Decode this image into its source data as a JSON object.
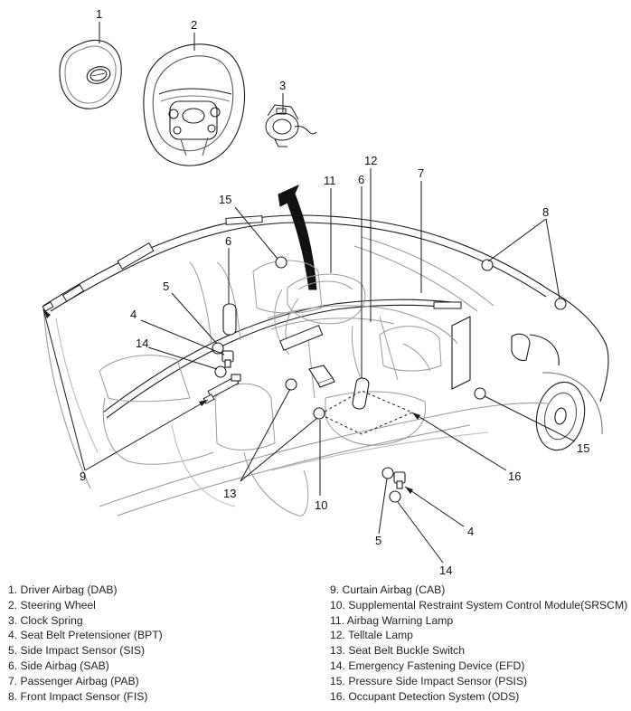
{
  "callouts": {
    "c1": "1",
    "c2": "2",
    "c3": "3",
    "c4a": "4",
    "c4b": "4",
    "c5a": "5",
    "c5b": "5",
    "c6a": "6",
    "c6b": "6",
    "c7": "7",
    "c8": "8",
    "c9": "9",
    "c10": "10",
    "c11": "11",
    "c12": "12",
    "c13": "13",
    "c14a": "14",
    "c14b": "14",
    "c15a": "15",
    "c15b": "15",
    "c16": "16"
  },
  "legend": {
    "left": [
      "1. Driver Airbag (DAB)",
      "2. Steering Wheel",
      "3. Clock Spring",
      "4. Seat Belt Pretensioner (BPT)",
      "5. Side Impact Sensor (SIS)",
      "6. Side Airbag (SAB)",
      "7. Passenger Airbag (PAB)",
      "8. Front Impact Sensor (FIS)"
    ],
    "right": [
      "9. Curtain Airbag (CAB)",
      "10. Supplemental Restraint System Control Module(SRSCM)",
      "11. Airbag Warning Lamp",
      "12. Telltale Lamp",
      "13. Seat Belt Buckle Switch",
      "14. Emergency Fastening Device (EFD)",
      "15. Pressure Side Impact Sensor (PSIS)",
      "16. Occupant Detection System (ODS)"
    ]
  },
  "colors": {
    "line": "#1a1a1a",
    "faint": "#9a9a9a",
    "background": "#ffffff"
  }
}
